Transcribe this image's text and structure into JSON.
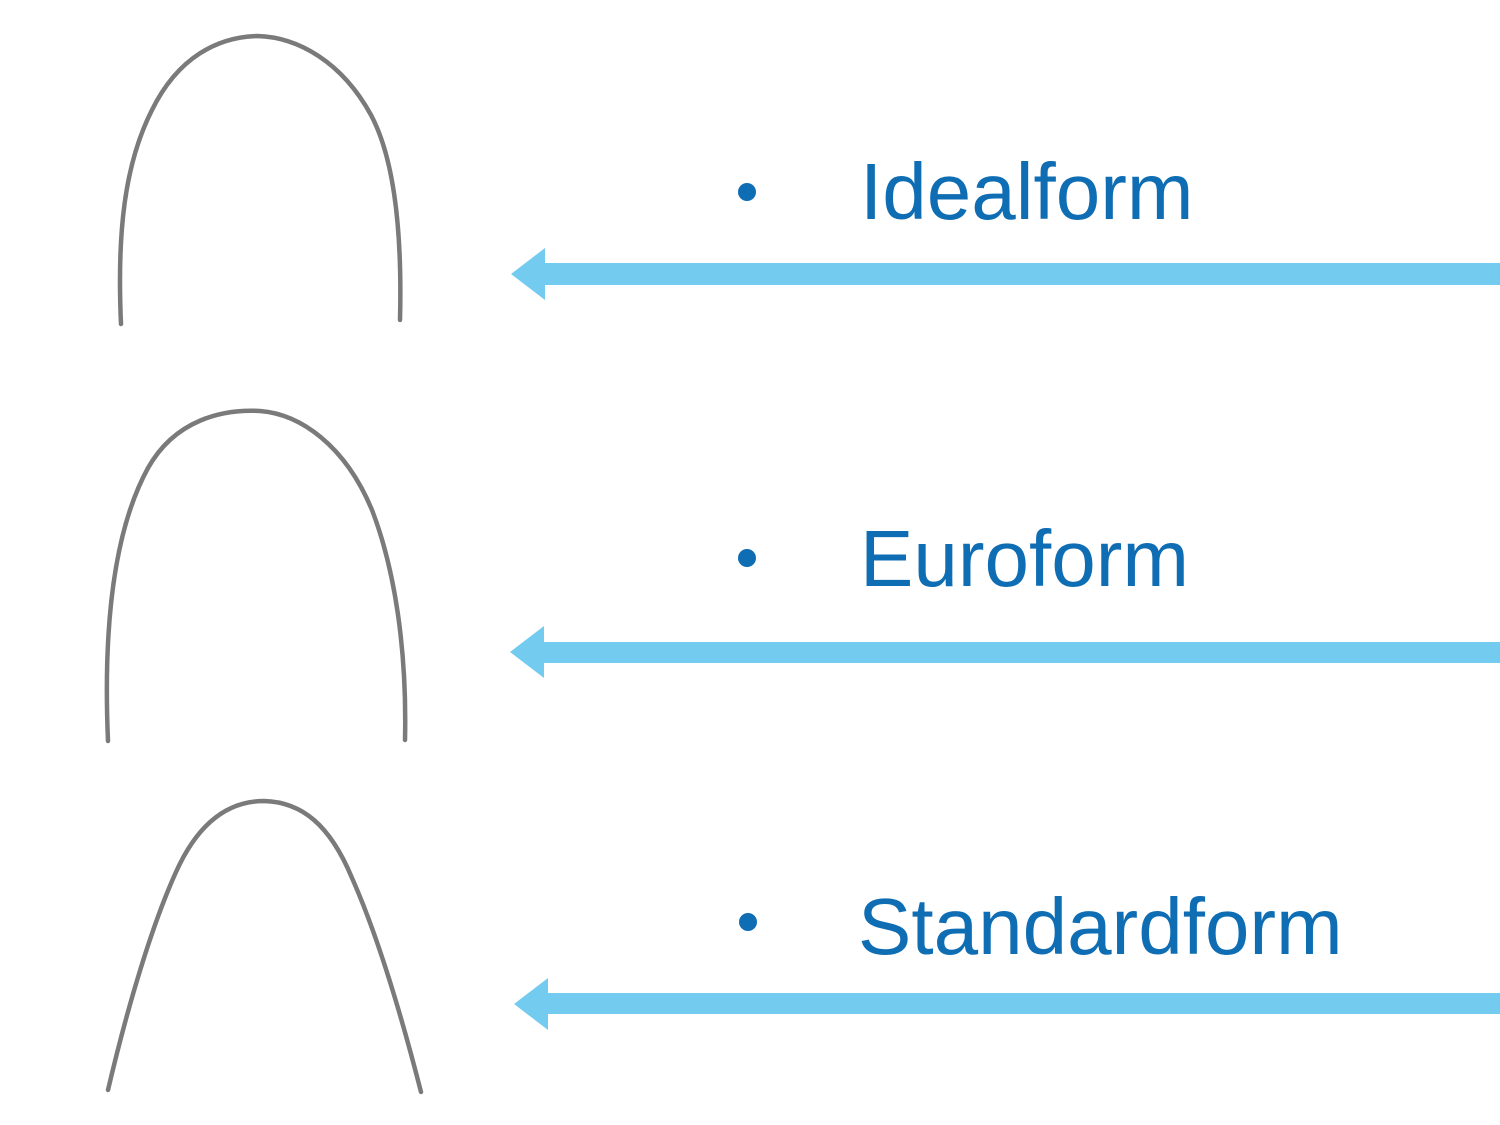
{
  "slide": {
    "items": [
      {
        "label": "Idealform",
        "wire_image": "archwire-idealform",
        "bullet_icon": "dot",
        "arrow_icon": "left-arrow"
      },
      {
        "label": "Euroform",
        "wire_image": "archwire-euroform",
        "bullet_icon": "dot",
        "arrow_icon": "left-arrow"
      },
      {
        "label": "Standardform",
        "wire_image": "archwire-standardform",
        "bullet_icon": "dot",
        "arrow_icon": "left-arrow"
      }
    ]
  },
  "colors": {
    "label_blue": "#0f6db4",
    "arrow_blue": "#74cbf0",
    "wire_gray": "#6f6f6f",
    "background": "#ffffff"
  }
}
